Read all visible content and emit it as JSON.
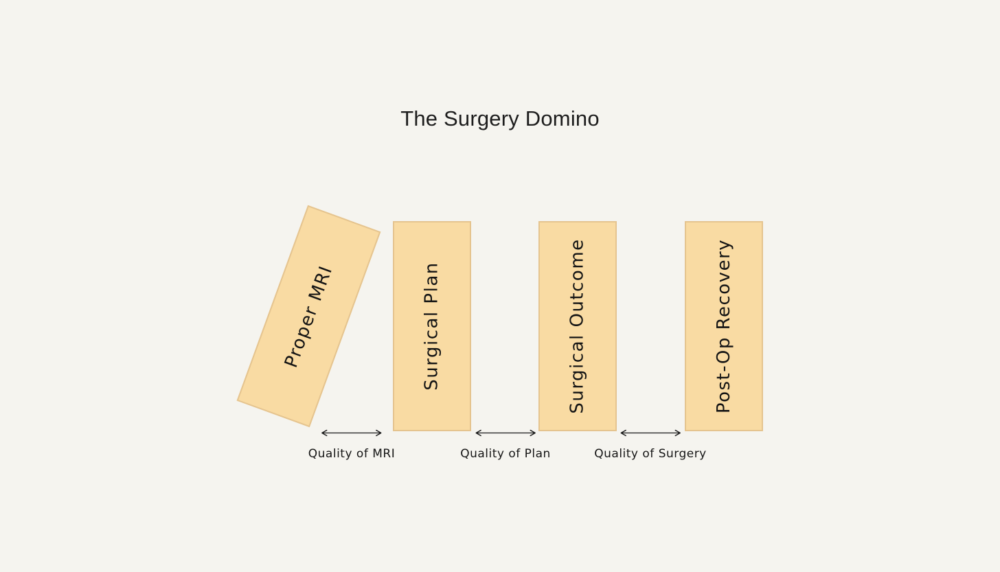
{
  "title": "The Surgery Domino",
  "dominoes": [
    {
      "id": "proper-mri",
      "label": "Proper MRI",
      "state": "tilted"
    },
    {
      "id": "surgical-plan",
      "label": "Surgical Plan",
      "state": "upright"
    },
    {
      "id": "surgical-outcome",
      "label": "Surgical Outcome",
      "state": "upright"
    },
    {
      "id": "post-op-recovery",
      "label": "Post-Op Recovery",
      "state": "upright"
    }
  ],
  "connectors": [
    {
      "icon": "double-arrow-icon",
      "label": "Quality of MRI"
    },
    {
      "icon": "double-arrow-icon",
      "label": "Quality of Plan"
    },
    {
      "icon": "double-arrow-icon",
      "label": "Quality of Surgery"
    }
  ],
  "colors": {
    "background": "#F5F4EF",
    "domino_fill": "#F9DBA3",
    "domino_border": "#E5C48F",
    "ink": "#141414"
  }
}
